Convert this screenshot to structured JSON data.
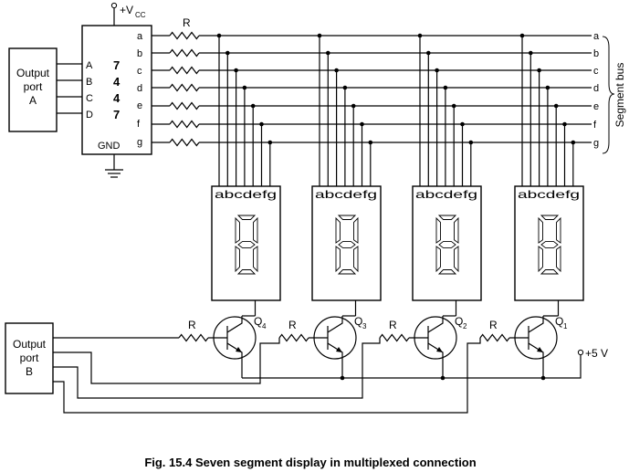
{
  "vcc_label": "+V",
  "vcc_sub": "CC",
  "resistor_label": "R",
  "port_a": {
    "line1": "Output",
    "line2": "port",
    "line3": "A",
    "pins": [
      "A",
      "B",
      "C",
      "D"
    ]
  },
  "ic": {
    "digits": [
      "7",
      "4",
      "4",
      "7"
    ],
    "outputs": [
      "a",
      "b",
      "c",
      "d",
      "e",
      "f",
      "g"
    ],
    "gnd": "GND"
  },
  "bus": {
    "lines": [
      "a",
      "b",
      "c",
      "d",
      "e",
      "f",
      "g"
    ],
    "label": "Segment bus"
  },
  "display_pins": "abcdefg",
  "transistors": [
    {
      "name": "Q",
      "sub": "4"
    },
    {
      "name": "Q",
      "sub": "3"
    },
    {
      "name": "Q",
      "sub": "2"
    },
    {
      "name": "Q",
      "sub": "1"
    }
  ],
  "supply": "+5 V",
  "port_b": {
    "line1": "Output",
    "line2": "port",
    "line3": "B"
  },
  "caption": "Fig. 15.4 Seven segment display in multiplexed connection"
}
